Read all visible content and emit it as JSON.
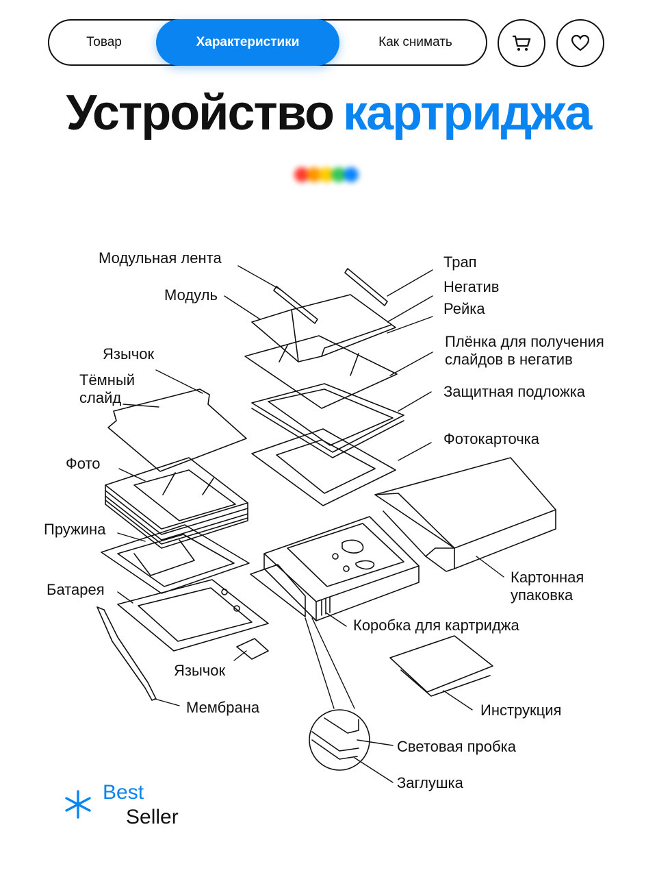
{
  "colors": {
    "accent": "#0a84f0",
    "ink": "#111111",
    "background": "#ffffff"
  },
  "nav": {
    "tabs": [
      {
        "label": "Товар",
        "active": false
      },
      {
        "label": "Характеристики",
        "active": true
      },
      {
        "label": "Как снимать",
        "active": false
      }
    ],
    "cart_icon": "cart-icon",
    "favorite_icon": "heart-icon"
  },
  "heading": {
    "text": "Устройство",
    "accent_text": "картриджа"
  },
  "color_dots": [
    "#ff3b30",
    "#ff9500",
    "#ffcc00",
    "#34c759",
    "#0a84ff"
  ],
  "diagram": {
    "labels": {
      "modular_tape": "Модульная лента",
      "module": "Модуль",
      "tongue_top": "Язычок",
      "dark_slide": "Тёмный\nслайд",
      "photo": "Фото",
      "spring": "Пружина",
      "battery": "Батарея",
      "tongue_bottom": "Язычок",
      "membrane": "Мембрана",
      "trap": "Трап",
      "negative": "Негатив",
      "rail": "Рейка",
      "film": "Плёнка для получения\nслайдов в негатив",
      "backing": "Защитная подложка",
      "photo_card": "Фотокарточка",
      "carton": "Картонная\nупаковка",
      "cartridge_box": "Коробка для картриджа",
      "instruction": "Инструкция",
      "light_plug": "Световая пробка",
      "cap": "Заглушка"
    }
  },
  "logo": {
    "best": "Best",
    "seller": "Seller",
    "icon": "asterisk-icon"
  }
}
